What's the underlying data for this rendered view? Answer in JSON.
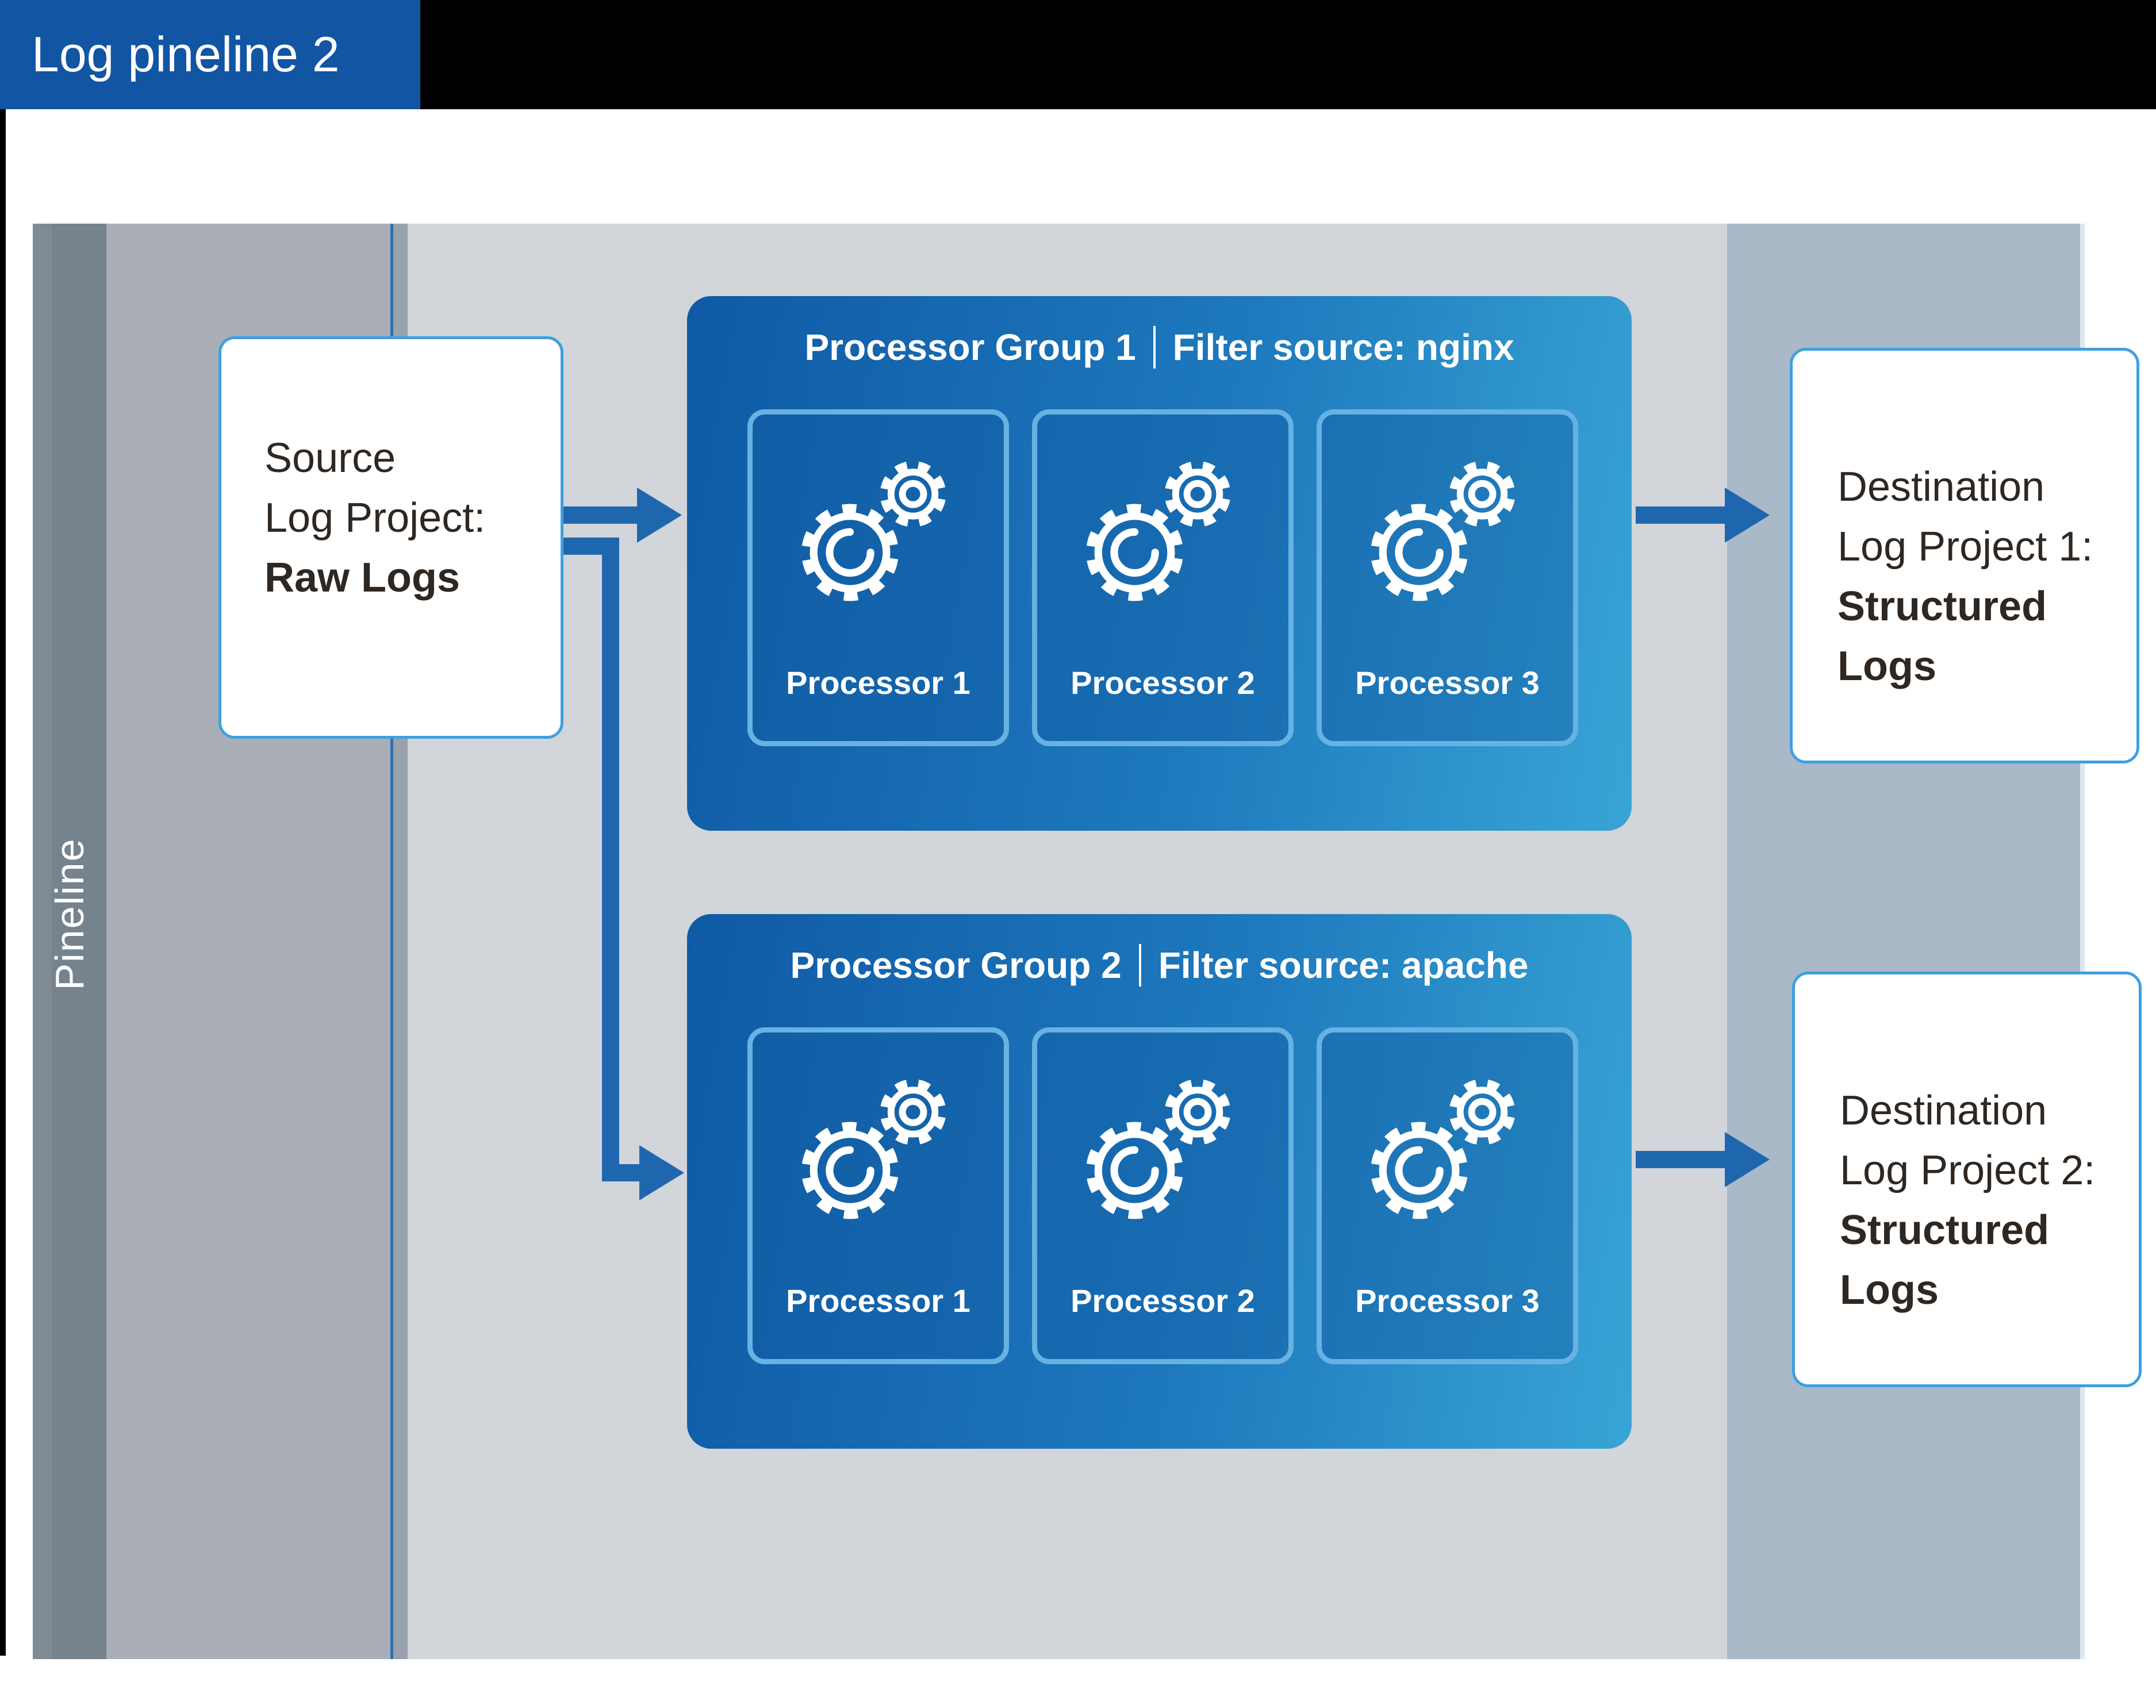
{
  "header": {
    "title": "Log pineline 2"
  },
  "sidebar": {
    "label": "Pineline"
  },
  "source": {
    "line1": "Source",
    "line2": "Log Project:",
    "line3_bold": "Raw Logs"
  },
  "groups": [
    {
      "name": "Processor Group 1",
      "filter": "Filter source: nginx",
      "processors": [
        "Processor 1",
        "Processor 2",
        "Processor 3"
      ]
    },
    {
      "name": "Processor Group 2",
      "filter": "Filter source: apache",
      "processors": [
        "Processor 1",
        "Processor 2",
        "Processor 3"
      ]
    }
  ],
  "destinations": [
    {
      "line1": "Destination",
      "line2": "Log Project 1:",
      "bold1": "Structured",
      "bold2": "Logs"
    },
    {
      "line1": "Destination",
      "line2": "Log Project 2:",
      "bold1": "Structured",
      "bold2": "Logs"
    }
  ],
  "icons": {
    "processor": "gears-icon"
  },
  "colors": {
    "header_blue": "#1155a3",
    "black_bar": "#000000",
    "arrow_blue": "#1e67af",
    "group_gradient_start": "#0f5aa5",
    "group_gradient_end": "#38a5d6",
    "card_border": "#67b2e3",
    "white_box_border": "#3fa0de",
    "text_dark": "#2f2721",
    "sidebar_gray": "#76838d",
    "strip_medium": "#a9aeb6",
    "strip_light": "#d2d5d9",
    "strip_right_blue_gray": "#a9b9c8",
    "divider_blue": "#2f6eb1",
    "divider_gray": "#99a2ac"
  }
}
